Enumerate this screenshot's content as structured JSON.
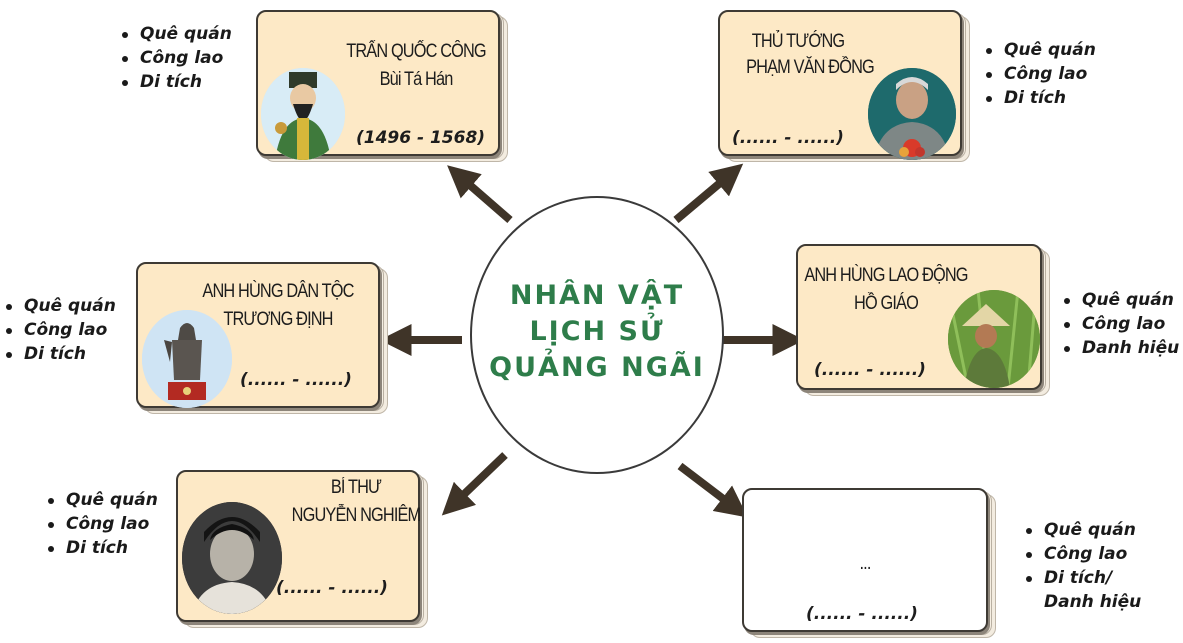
{
  "center": {
    "line1": "NHÂN VẬT",
    "line2": "LỊCH SỬ",
    "line3": "QUẢNG NGÃI"
  },
  "cards": {
    "bui_ta_han": {
      "title1": "TRẤN QUỐC CÔNG",
      "title2": "Bùi Tá Hán",
      "years": "(1496 - 1568)",
      "bullets": [
        "Quê quán",
        "Công lao",
        "Di tích"
      ]
    },
    "pham_van_dong": {
      "title1": "THỦ TƯỚNG",
      "title2": "PHẠM VĂN ĐỒNG",
      "years": "(...... - ......)",
      "bullets": [
        "Quê quán",
        "Công lao",
        "Di tích"
      ]
    },
    "truong_dinh": {
      "title1": "ANH HÙNG DÂN TỘC",
      "title2": "TRƯƠNG ĐỊNH",
      "years": "(...... - ......)",
      "bullets": [
        "Quê quán",
        "Công lao",
        "Di tích"
      ]
    },
    "ho_giao": {
      "title1": "ANH HÙNG LAO ĐỘNG",
      "title2": "HỒ GIÁO",
      "years": "(...... - ......)",
      "bullets": [
        "Quê quán",
        "Công lao",
        "Danh hiệu"
      ]
    },
    "nguyen_nghiem": {
      "title1": "BÍ THƯ",
      "title2": "NGUYỄN NGHIÊM",
      "years": "(...... - ......)",
      "bullets": [
        "Quê quán",
        "Công lao",
        "Di tích"
      ]
    },
    "unknown": {
      "title1": "...",
      "years": "(...... - ......)",
      "bullets": [
        "Quê quán",
        "Công lao",
        "Di tích/",
        "Danh hiệu"
      ]
    }
  },
  "colors": {
    "card_fill": "#fde9c6",
    "center_text": "#2e7d4a",
    "arrow": "#3f3428"
  }
}
